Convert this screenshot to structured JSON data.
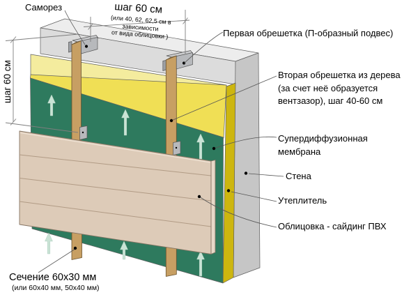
{
  "labels": {
    "samorez": "Саморез",
    "pervaya": "Первая обрешетка (П-образный подвес)",
    "vtoraya1": "Вторая обрешетка из дерева",
    "vtoraya2": "(за счет неё образуется",
    "vtoraya3": "вентзазор), шаг 40-60 см",
    "membrana1": "Супердиффузионная",
    "membrana2": "мембрана",
    "stena": "Стена",
    "uteplitel": "Утеплитель",
    "oblicovka": "Облицовка - сайдинг ПВХ"
  },
  "dimensions": {
    "top_step_title": "шаг 60 см",
    "top_step_note1": "(или 40, 62, 62,5 см в зависимости",
    "top_step_note2": "от вида облицовки )",
    "left_step": "шаг 60 см",
    "section_title": "Сечение 60х30 мм",
    "section_note": "(или 60х40 мм, 50х40 мм)"
  },
  "colors": {
    "wall_top": "#ededed",
    "wall_front": "#dcdcdc",
    "wall_side": "#c6c6c6",
    "insulation_top": "#f4ec9e",
    "insulation_front": "#f0df55",
    "insulation_side": "#cdb60f",
    "membrane": "#2e7a5e",
    "wood": "#c79f63",
    "wood_top": "#debf8d",
    "metal": "#b7b9bc",
    "metal_light": "#cbccce",
    "metal_dark": "#9da0a4",
    "panel": "#ddcbb8",
    "panel_edge": "#e7d8c8",
    "arrow": "#c9e3d5"
  }
}
